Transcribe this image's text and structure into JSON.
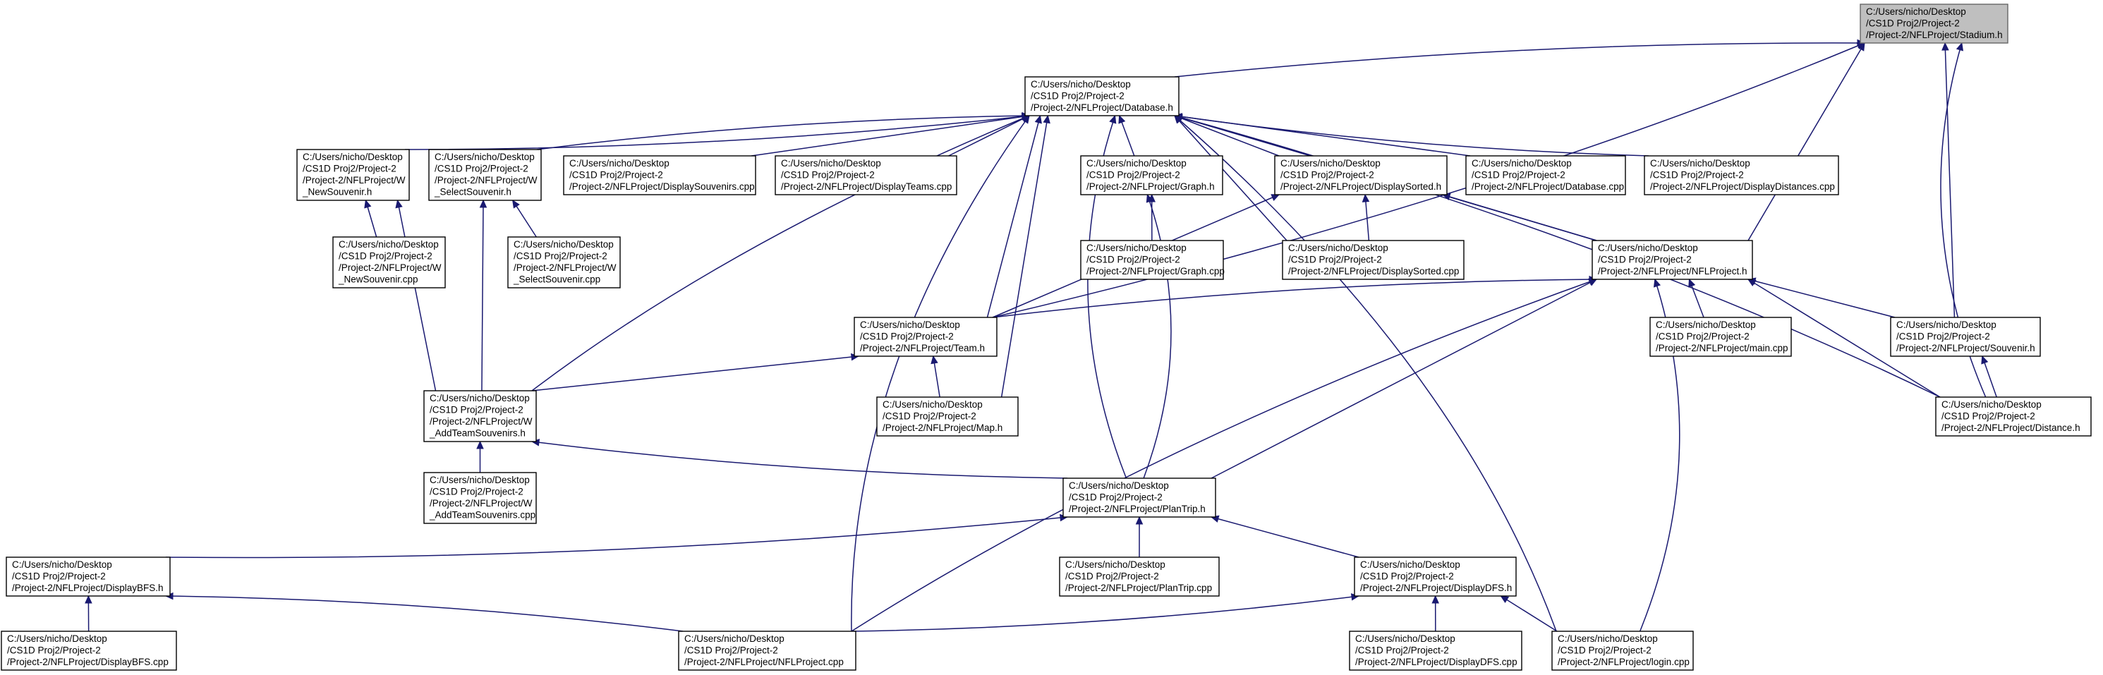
{
  "nodes": [
    {
      "id": "stadium_h",
      "root": true,
      "lines": [
        "C:/Users/nicho/Desktop",
        "/CS1D Proj2/Project-2",
        "/Project-2/NFLProject/Stadium.h"
      ]
    },
    {
      "id": "database_h",
      "lines": [
        "C:/Users/nicho/Desktop",
        "/CS1D Proj2/Project-2",
        "/Project-2/NFLProject/Database.h"
      ]
    },
    {
      "id": "w_newsouvenir_h",
      "lines": [
        "C:/Users/nicho/Desktop",
        "/CS1D Proj2/Project-2",
        "/Project-2/NFLProject/W",
        "_NewSouvenir.h"
      ]
    },
    {
      "id": "w_selectsouvenir_h",
      "lines": [
        "C:/Users/nicho/Desktop",
        "/CS1D Proj2/Project-2",
        "/Project-2/NFLProject/W",
        "_SelectSouvenir.h"
      ]
    },
    {
      "id": "displaysouvenirs_cpp",
      "lines": [
        "C:/Users/nicho/Desktop",
        "/CS1D Proj2/Project-2",
        "/Project-2/NFLProject/DisplaySouvenirs.cpp"
      ]
    },
    {
      "id": "displayteams_cpp",
      "lines": [
        "C:/Users/nicho/Desktop",
        "/CS1D Proj2/Project-2",
        "/Project-2/NFLProject/DisplayTeams.cpp"
      ]
    },
    {
      "id": "graph_h",
      "lines": [
        "C:/Users/nicho/Desktop",
        "/CS1D Proj2/Project-2",
        "/Project-2/NFLProject/Graph.h"
      ]
    },
    {
      "id": "displaysorted_h",
      "lines": [
        "C:/Users/nicho/Desktop",
        "/CS1D Proj2/Project-2",
        "/Project-2/NFLProject/DisplaySorted.h"
      ]
    },
    {
      "id": "database_cpp",
      "lines": [
        "C:/Users/nicho/Desktop",
        "/CS1D Proj2/Project-2",
        "/Project-2/NFLProject/Database.cpp"
      ]
    },
    {
      "id": "displaydistances_cpp",
      "lines": [
        "C:/Users/nicho/Desktop",
        "/CS1D Proj2/Project-2",
        "/Project-2/NFLProject/DisplayDistances.cpp"
      ]
    },
    {
      "id": "w_newsouvenir_cpp",
      "lines": [
        "C:/Users/nicho/Desktop",
        "/CS1D Proj2/Project-2",
        "/Project-2/NFLProject/W",
        "_NewSouvenir.cpp"
      ]
    },
    {
      "id": "w_selectsouvenir_cpp",
      "lines": [
        "C:/Users/nicho/Desktop",
        "/CS1D Proj2/Project-2",
        "/Project-2/NFLProject/W",
        "_SelectSouvenir.cpp"
      ]
    },
    {
      "id": "graph_cpp",
      "lines": [
        "C:/Users/nicho/Desktop",
        "/CS1D Proj2/Project-2",
        "/Project-2/NFLProject/Graph.cpp"
      ]
    },
    {
      "id": "displaysorted_cpp",
      "lines": [
        "C:/Users/nicho/Desktop",
        "/CS1D Proj2/Project-2",
        "/Project-2/NFLProject/DisplaySorted.cpp"
      ]
    },
    {
      "id": "nflproject_h",
      "lines": [
        "C:/Users/nicho/Desktop",
        "/CS1D Proj2/Project-2",
        "/Project-2/NFLProject/NFLProject.h"
      ]
    },
    {
      "id": "team_h",
      "lines": [
        "C:/Users/nicho/Desktop",
        "/CS1D Proj2/Project-2",
        "/Project-2/NFLProject/Team.h"
      ]
    },
    {
      "id": "main_cpp",
      "lines": [
        "C:/Users/nicho/Desktop",
        "/CS1D Proj2/Project-2",
        "/Project-2/NFLProject/main.cpp"
      ]
    },
    {
      "id": "souvenir_h",
      "lines": [
        "C:/Users/nicho/Desktop",
        "/CS1D Proj2/Project-2",
        "/Project-2/NFLProject/Souvenir.h"
      ]
    },
    {
      "id": "w_addteamsouvenirs_h",
      "lines": [
        "C:/Users/nicho/Desktop",
        "/CS1D Proj2/Project-2",
        "/Project-2/NFLProject/W",
        "_AddTeamSouvenirs.h"
      ]
    },
    {
      "id": "map_h",
      "lines": [
        "C:/Users/nicho/Desktop",
        "/CS1D Proj2/Project-2",
        "/Project-2/NFLProject/Map.h"
      ]
    },
    {
      "id": "distance_h",
      "lines": [
        "C:/Users/nicho/Desktop",
        "/CS1D Proj2/Project-2",
        "/Project-2/NFLProject/Distance.h"
      ]
    },
    {
      "id": "w_addteamsouvenirs_cpp",
      "lines": [
        "C:/Users/nicho/Desktop",
        "/CS1D Proj2/Project-2",
        "/Project-2/NFLProject/W",
        "_AddTeamSouvenirs.cpp"
      ]
    },
    {
      "id": "plantrip_h",
      "lines": [
        "C:/Users/nicho/Desktop",
        "/CS1D Proj2/Project-2",
        "/Project-2/NFLProject/PlanTrip.h"
      ]
    },
    {
      "id": "displaybfs_h",
      "lines": [
        "C:/Users/nicho/Desktop",
        "/CS1D Proj2/Project-2",
        "/Project-2/NFLProject/DisplayBFS.h"
      ]
    },
    {
      "id": "plantrip_cpp",
      "lines": [
        "C:/Users/nicho/Desktop",
        "/CS1D Proj2/Project-2",
        "/Project-2/NFLProject/PlanTrip.cpp"
      ]
    },
    {
      "id": "displaydfs_h",
      "lines": [
        "C:/Users/nicho/Desktop",
        "/CS1D Proj2/Project-2",
        "/Project-2/NFLProject/DisplayDFS.h"
      ]
    },
    {
      "id": "displaybfs_cpp",
      "lines": [
        "C:/Users/nicho/Desktop",
        "/CS1D Proj2/Project-2",
        "/Project-2/NFLProject/DisplayBFS.cpp"
      ]
    },
    {
      "id": "nflproject_cpp",
      "lines": [
        "C:/Users/nicho/Desktop",
        "/CS1D Proj2/Project-2",
        "/Project-2/NFLProject/NFLProject.cpp"
      ]
    },
    {
      "id": "displaydfs_cpp",
      "lines": [
        "C:/Users/nicho/Desktop",
        "/CS1D Proj2/Project-2",
        "/Project-2/NFLProject/DisplayDFS.cpp"
      ]
    },
    {
      "id": "login_cpp",
      "lines": [
        "C:/Users/nicho/Desktop",
        "/CS1D Proj2/Project-2",
        "/Project-2/NFLProject/login.cpp"
      ]
    }
  ],
  "edges": [
    [
      "stadium_h",
      "database_h"
    ],
    [
      "stadium_h",
      "team_h"
    ],
    [
      "stadium_h",
      "nflproject_h"
    ],
    [
      "stadium_h",
      "souvenir_h"
    ],
    [
      "stadium_h",
      "distance_h"
    ],
    [
      "database_h",
      "w_newsouvenir_h"
    ],
    [
      "database_h",
      "w_selectsouvenir_h"
    ],
    [
      "database_h",
      "displaysouvenirs_cpp"
    ],
    [
      "database_h",
      "displayteams_cpp"
    ],
    [
      "database_h",
      "graph_h"
    ],
    [
      "database_h",
      "displaysorted_h"
    ],
    [
      "database_h",
      "database_cpp"
    ],
    [
      "database_h",
      "displaydistances_cpp"
    ],
    [
      "database_h",
      "team_h"
    ],
    [
      "database_h",
      "w_addteamsouvenirs_h"
    ],
    [
      "database_h",
      "map_h"
    ],
    [
      "database_h",
      "plantrip_h"
    ],
    [
      "database_h",
      "displaysorted_cpp"
    ],
    [
      "database_h",
      "nflproject_h"
    ],
    [
      "database_h",
      "distance_h"
    ],
    [
      "database_h",
      "nflproject_cpp"
    ],
    [
      "database_h",
      "login_cpp"
    ],
    [
      "w_newsouvenir_h",
      "w_newsouvenir_cpp"
    ],
    [
      "w_newsouvenir_h",
      "w_addteamsouvenirs_h"
    ],
    [
      "w_selectsouvenir_h",
      "w_selectsouvenir_cpp"
    ],
    [
      "w_selectsouvenir_h",
      "w_addteamsouvenirs_h"
    ],
    [
      "graph_h",
      "graph_cpp"
    ],
    [
      "graph_h",
      "plantrip_h"
    ],
    [
      "displaysorted_h",
      "displaysorted_cpp"
    ],
    [
      "displaysorted_h",
      "nflproject_h"
    ],
    [
      "displaysorted_h",
      "team_h"
    ],
    [
      "nflproject_h",
      "main_cpp"
    ],
    [
      "nflproject_h",
      "team_h"
    ],
    [
      "nflproject_h",
      "souvenir_h"
    ],
    [
      "nflproject_h",
      "distance_h"
    ],
    [
      "nflproject_h",
      "plantrip_h"
    ],
    [
      "nflproject_h",
      "nflproject_cpp"
    ],
    [
      "nflproject_h",
      "login_cpp"
    ],
    [
      "team_h",
      "w_addteamsouvenirs_h"
    ],
    [
      "team_h",
      "map_h"
    ],
    [
      "souvenir_h",
      "distance_h"
    ],
    [
      "w_addteamsouvenirs_h",
      "w_addteamsouvenirs_cpp"
    ],
    [
      "w_addteamsouvenirs_h",
      "plantrip_h"
    ],
    [
      "plantrip_h",
      "displaybfs_h"
    ],
    [
      "plantrip_h",
      "plantrip_cpp"
    ],
    [
      "plantrip_h",
      "displaydfs_h"
    ],
    [
      "displaybfs_h",
      "displaybfs_cpp"
    ],
    [
      "displaybfs_h",
      "nflproject_cpp"
    ],
    [
      "displaydfs_h",
      "displaydfs_cpp"
    ],
    [
      "displaydfs_h",
      "nflproject_cpp"
    ],
    [
      "displaydfs_h",
      "login_cpp"
    ]
  ]
}
